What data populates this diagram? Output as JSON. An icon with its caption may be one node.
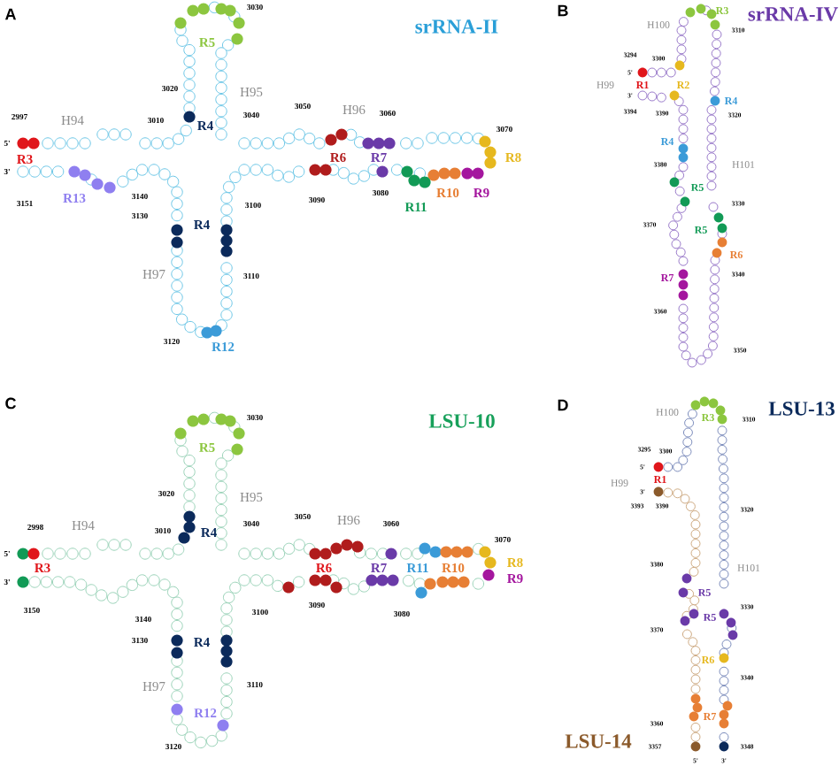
{
  "diagram": {
    "labels": [
      "A",
      "3030",
      "srRNA-II",
      "R5",
      "3020",
      "H95",
      "2997",
      "H94",
      "3010",
      "R4",
      "3040",
      "3050",
      "H96",
      "3060",
      "3070",
      "5'",
      "R3",
      "R6",
      "R7",
      "R8",
      "3'",
      "3151",
      "R13",
      "3140",
      "3100",
      "3090",
      "3080",
      "R11",
      "R10",
      "R9",
      "3130",
      "R4",
      "H97",
      "3110",
      "3120",
      "R12",
      "B",
      "R3",
      "srRNA-IV",
      "H100",
      "3310",
      "3294",
      "3300",
      "5'",
      "H99",
      "R1",
      "R2",
      "3'",
      "R4",
      "3394",
      "3390",
      "3320",
      "R4",
      "3380",
      "H101",
      "R5",
      "3330",
      "3370",
      "R5",
      "R6",
      "3340",
      "R7",
      "3360",
      "3350",
      "C",
      "3030",
      "LSU-10",
      "R5",
      "3020",
      "H95",
      "2998",
      "H94",
      "3010",
      "R4",
      "3040",
      "3050",
      "H96",
      "3060",
      "3070",
      "5'",
      "R3",
      "R6",
      "R7",
      "R11",
      "R10",
      "R8",
      "3'",
      "R9",
      "3150",
      "3140",
      "3100",
      "3090",
      "3080",
      "3130",
      "R4",
      "H97",
      "3110",
      "R12",
      "3120",
      "D",
      "H100",
      "LSU-13",
      "R3",
      "3310",
      "3295",
      "3300",
      "5'",
      "R1",
      "H99",
      "3'",
      "3393",
      "3390",
      "3320",
      "3380",
      "H101",
      "R5",
      "3330",
      "R5",
      "3370",
      "R6",
      "3340",
      "R7",
      "3360",
      "LSU-14",
      "3357",
      "3348",
      "5'",
      "3'"
    ]
  }
}
